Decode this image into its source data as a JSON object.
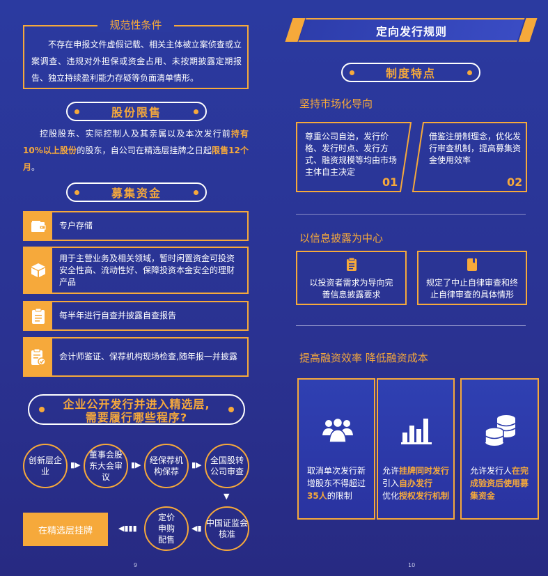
{
  "left": {
    "conditions": {
      "title": "规范性条件",
      "text": "不存在申报文件虚假记载、相关主体被立案侦查或立案调查、违规对外担保或资金占用、未按期披露定期报告、独立持续盈利能力存疑等负面清单情形。"
    },
    "share_limit": {
      "title": "股份限售",
      "text_a": "控股股东、实际控制人及其亲属以及本次发行前",
      "text_b": "持有10%以上股份",
      "text_c": "的股东，自公司在精选层挂牌之日起",
      "text_d": "限售12个月",
      "text_e": "。"
    },
    "funds": {
      "title": "募集资金",
      "items": [
        {
          "icon": "wallet-icon",
          "text": "专户存储"
        },
        {
          "icon": "box-icon",
          "text": "用于主营业务及相关领域，暂时闲置资金可投资安全性高、流动性好、保障投资本金安全的理财产品"
        },
        {
          "icon": "clipboard-icon",
          "text": "每半年进行自查并披露自查报告"
        },
        {
          "icon": "checklist-icon",
          "text": "会计师鉴证、保荐机构现场检查,随年报一并披露"
        }
      ]
    },
    "procedure": {
      "title_line1": "企业公开发行并进入精选层,",
      "title_line2": "需要履行哪些程序?",
      "steps": [
        "创新层企业",
        "董事会股东大会审议",
        "经保荐机构保荐",
        "全国股转公司审查",
        "中国证监会核准",
        "定价申购配售",
        "在精选层挂牌"
      ]
    },
    "page_number": "9"
  },
  "right": {
    "banner": "定向发行规则",
    "features_title": "制度特点",
    "market": {
      "title": "坚持市场化导向",
      "items": [
        {
          "text": "尊重公司自治，发行价格、发行时点、发行方式、融资规模等均由市场主体自主决定",
          "num": "01"
        },
        {
          "text": "借鉴注册制理念，优化发行审查机制，提高募集资金使用效率",
          "num": "02"
        }
      ]
    },
    "disclosure": {
      "title": "以信息披露为中心",
      "items": [
        {
          "icon": "document-icon",
          "text": "以投资者需求为导向完善信息披露要求"
        },
        {
          "icon": "book-icon",
          "text": "规定了中止自律审查和终止自律审查的具体情形"
        }
      ]
    },
    "efficiency": {
      "title": "提高融资效率 降低融资成本",
      "cards": [
        {
          "icon": "people-icon",
          "t1": "取消单次发行新增股东不得超过",
          "t2": "35人",
          "t3": "的限制"
        },
        {
          "icon": "bar-chart-icon",
          "t1": "允许",
          "t2": "挂牌同时发行",
          "t3": "引入",
          "t4": "自办发行",
          "t5": "优化",
          "t6": "授权发行机制"
        },
        {
          "icon": "coins-icon",
          "t1": "允许发行人",
          "t2": "在完成验资后使用募集资金"
        }
      ]
    },
    "page_number": "10"
  }
}
